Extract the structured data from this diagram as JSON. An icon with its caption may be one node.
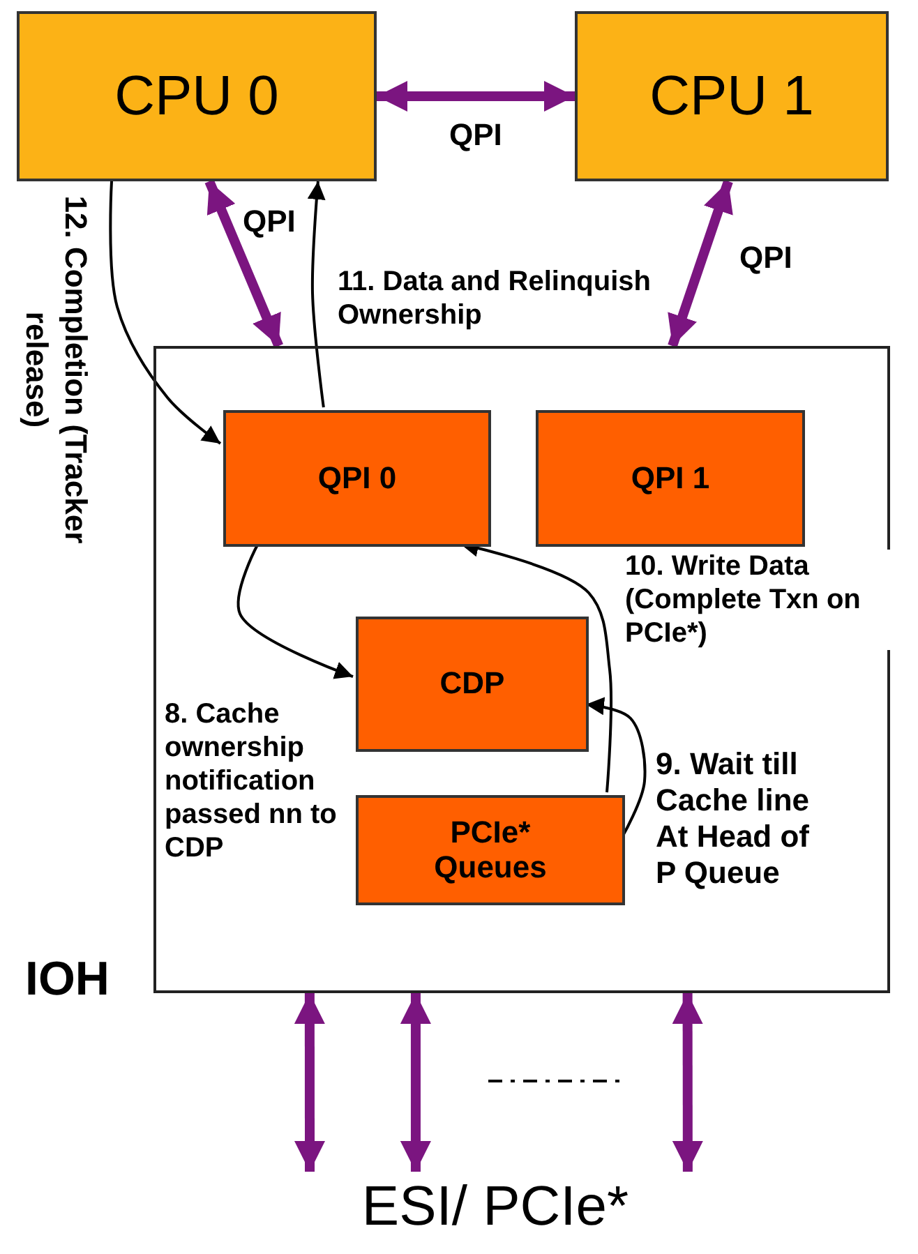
{
  "diagram": {
    "nodes": [
      {
        "text": [
          "CPU 0"
        ]
      },
      {
        "text": [
          "CPU 1"
        ]
      },
      {
        "text": [
          "IOH"
        ]
      },
      {
        "text": [
          "QPI 0"
        ],
        "in": 2
      },
      {
        "text": [
          "QPI 1"
        ],
        "in": 2
      },
      {
        "text": [
          "CDP"
        ],
        "in": 2
      },
      {
        "text": [
          "PCIe* Queues"
        ],
        "in": 2
      },
      {
        "text": [
          "ESI/ PCIe*"
        ]
      }
    ],
    "edges": [
      {
        "from": 0,
        "to": 1,
        "arrow": "both",
        "label": "QPI"
      },
      {
        "from": 0,
        "to": 2,
        "arrow": "both",
        "label": "QPI"
      },
      {
        "from": 1,
        "to": 2,
        "arrow": "both",
        "label": "QPI"
      },
      {
        "from": 0,
        "to": 3,
        "arrow": "to",
        "label": "12. Completion (Tracker release)",
        "color": "#000000"
      },
      {
        "from": 3,
        "to": 0,
        "arrow": "to",
        "label": "11. Data and Relinquish Ownership",
        "color": "#000000"
      },
      {
        "from": 3,
        "to": 5,
        "arrow": "to",
        "label": "8. Cache ownership notification passed nn to CDP",
        "color": "#000000"
      },
      {
        "from": 6,
        "to": 3,
        "arrow": "to",
        "label": "10. Write Data (Complete Txn on PCIe*)",
        "color": "#000000"
      },
      {
        "from": 6,
        "to": 5,
        "arrow": "to",
        "label": "9. Wait till Cache line At Head of P Queue",
        "color": "#000000"
      },
      {
        "from": 2,
        "to": 7,
        "arrow": "both"
      },
      {
        "from": 2,
        "to": 7,
        "arrow": "both"
      },
      {
        "from": 2,
        "to": 7,
        "arrow": "both"
      }
    ]
  }
}
